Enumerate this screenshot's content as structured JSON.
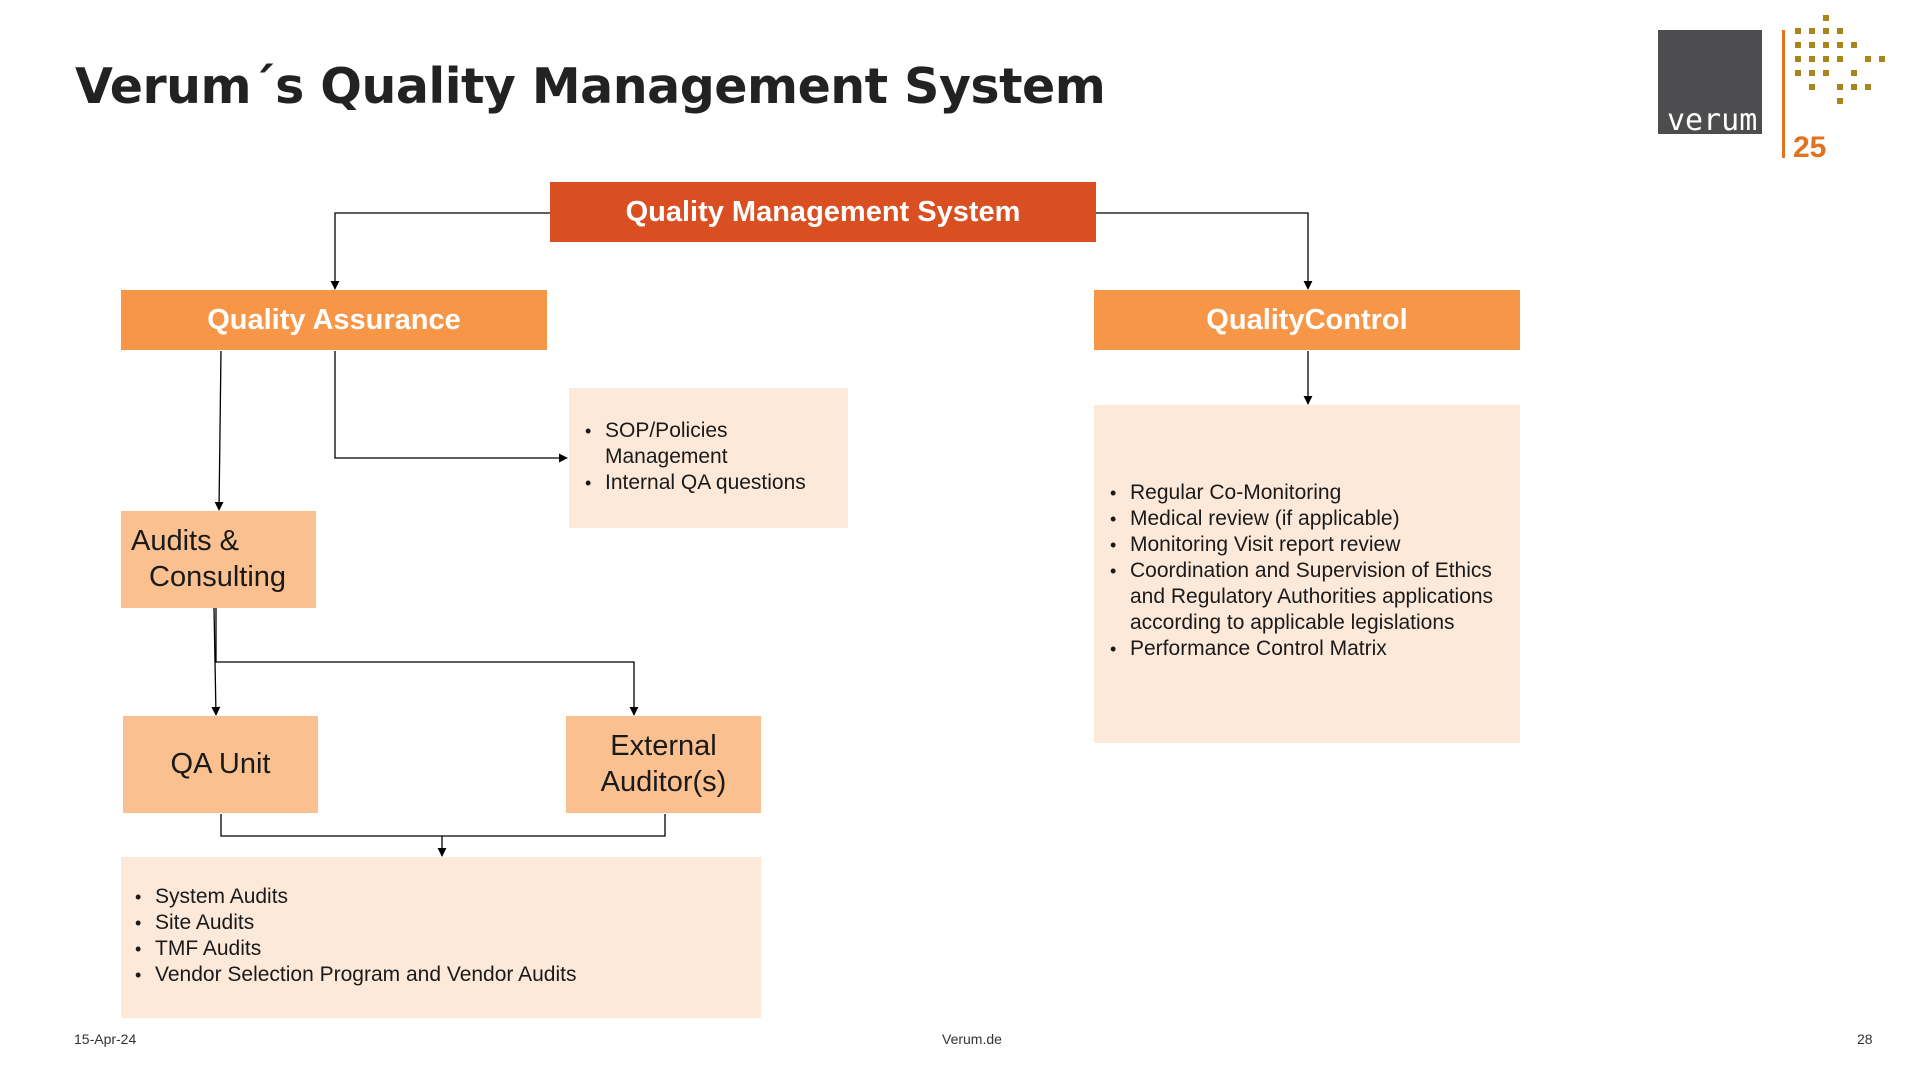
{
  "page": {
    "title": "Verum´s Quality Management System"
  },
  "logo": {
    "brand_text": "verum.",
    "badge_text": "25",
    "brand_box_color": "#4d4d4f",
    "accent_color": "#e07320",
    "dots_color": "#a8861c"
  },
  "diagram": {
    "root": {
      "label": "Quality Management System",
      "color": "#d94f22"
    },
    "quality_assurance": {
      "label": "Quality Assurance",
      "color": "#f79646"
    },
    "quality_control": {
      "label": "QualityControl",
      "color": "#f79646"
    },
    "audits_consulting": {
      "line1": "Audits &",
      "line2": "Consulting",
      "color": "#fac090"
    },
    "qa_unit": {
      "label": "QA Unit"
    },
    "external_auditors": {
      "line1": "External",
      "line2": "Auditor(s)"
    },
    "sop_list": {
      "items": [
        "SOP/Policies Management",
        "Internal  QA questions"
      ]
    },
    "qc_list": {
      "items": [
        "Regular Co-Monitoring",
        "Medical review (if applicable)",
        "Monitoring Visit report review",
        "Coordination and Supervision of Ethics and Regulatory Authorities applications according to applicable legislations",
        "Performance Control Matrix"
      ]
    },
    "audits_list": {
      "items": [
        "System Audits",
        "Site Audits",
        "TMF Audits",
        "Vendor Selection Program and  Vendor Audits"
      ]
    },
    "info_box_color": "#fde9d9"
  },
  "footer": {
    "date": "15-Apr-24",
    "site": "Verum.de",
    "page_number": "28"
  }
}
